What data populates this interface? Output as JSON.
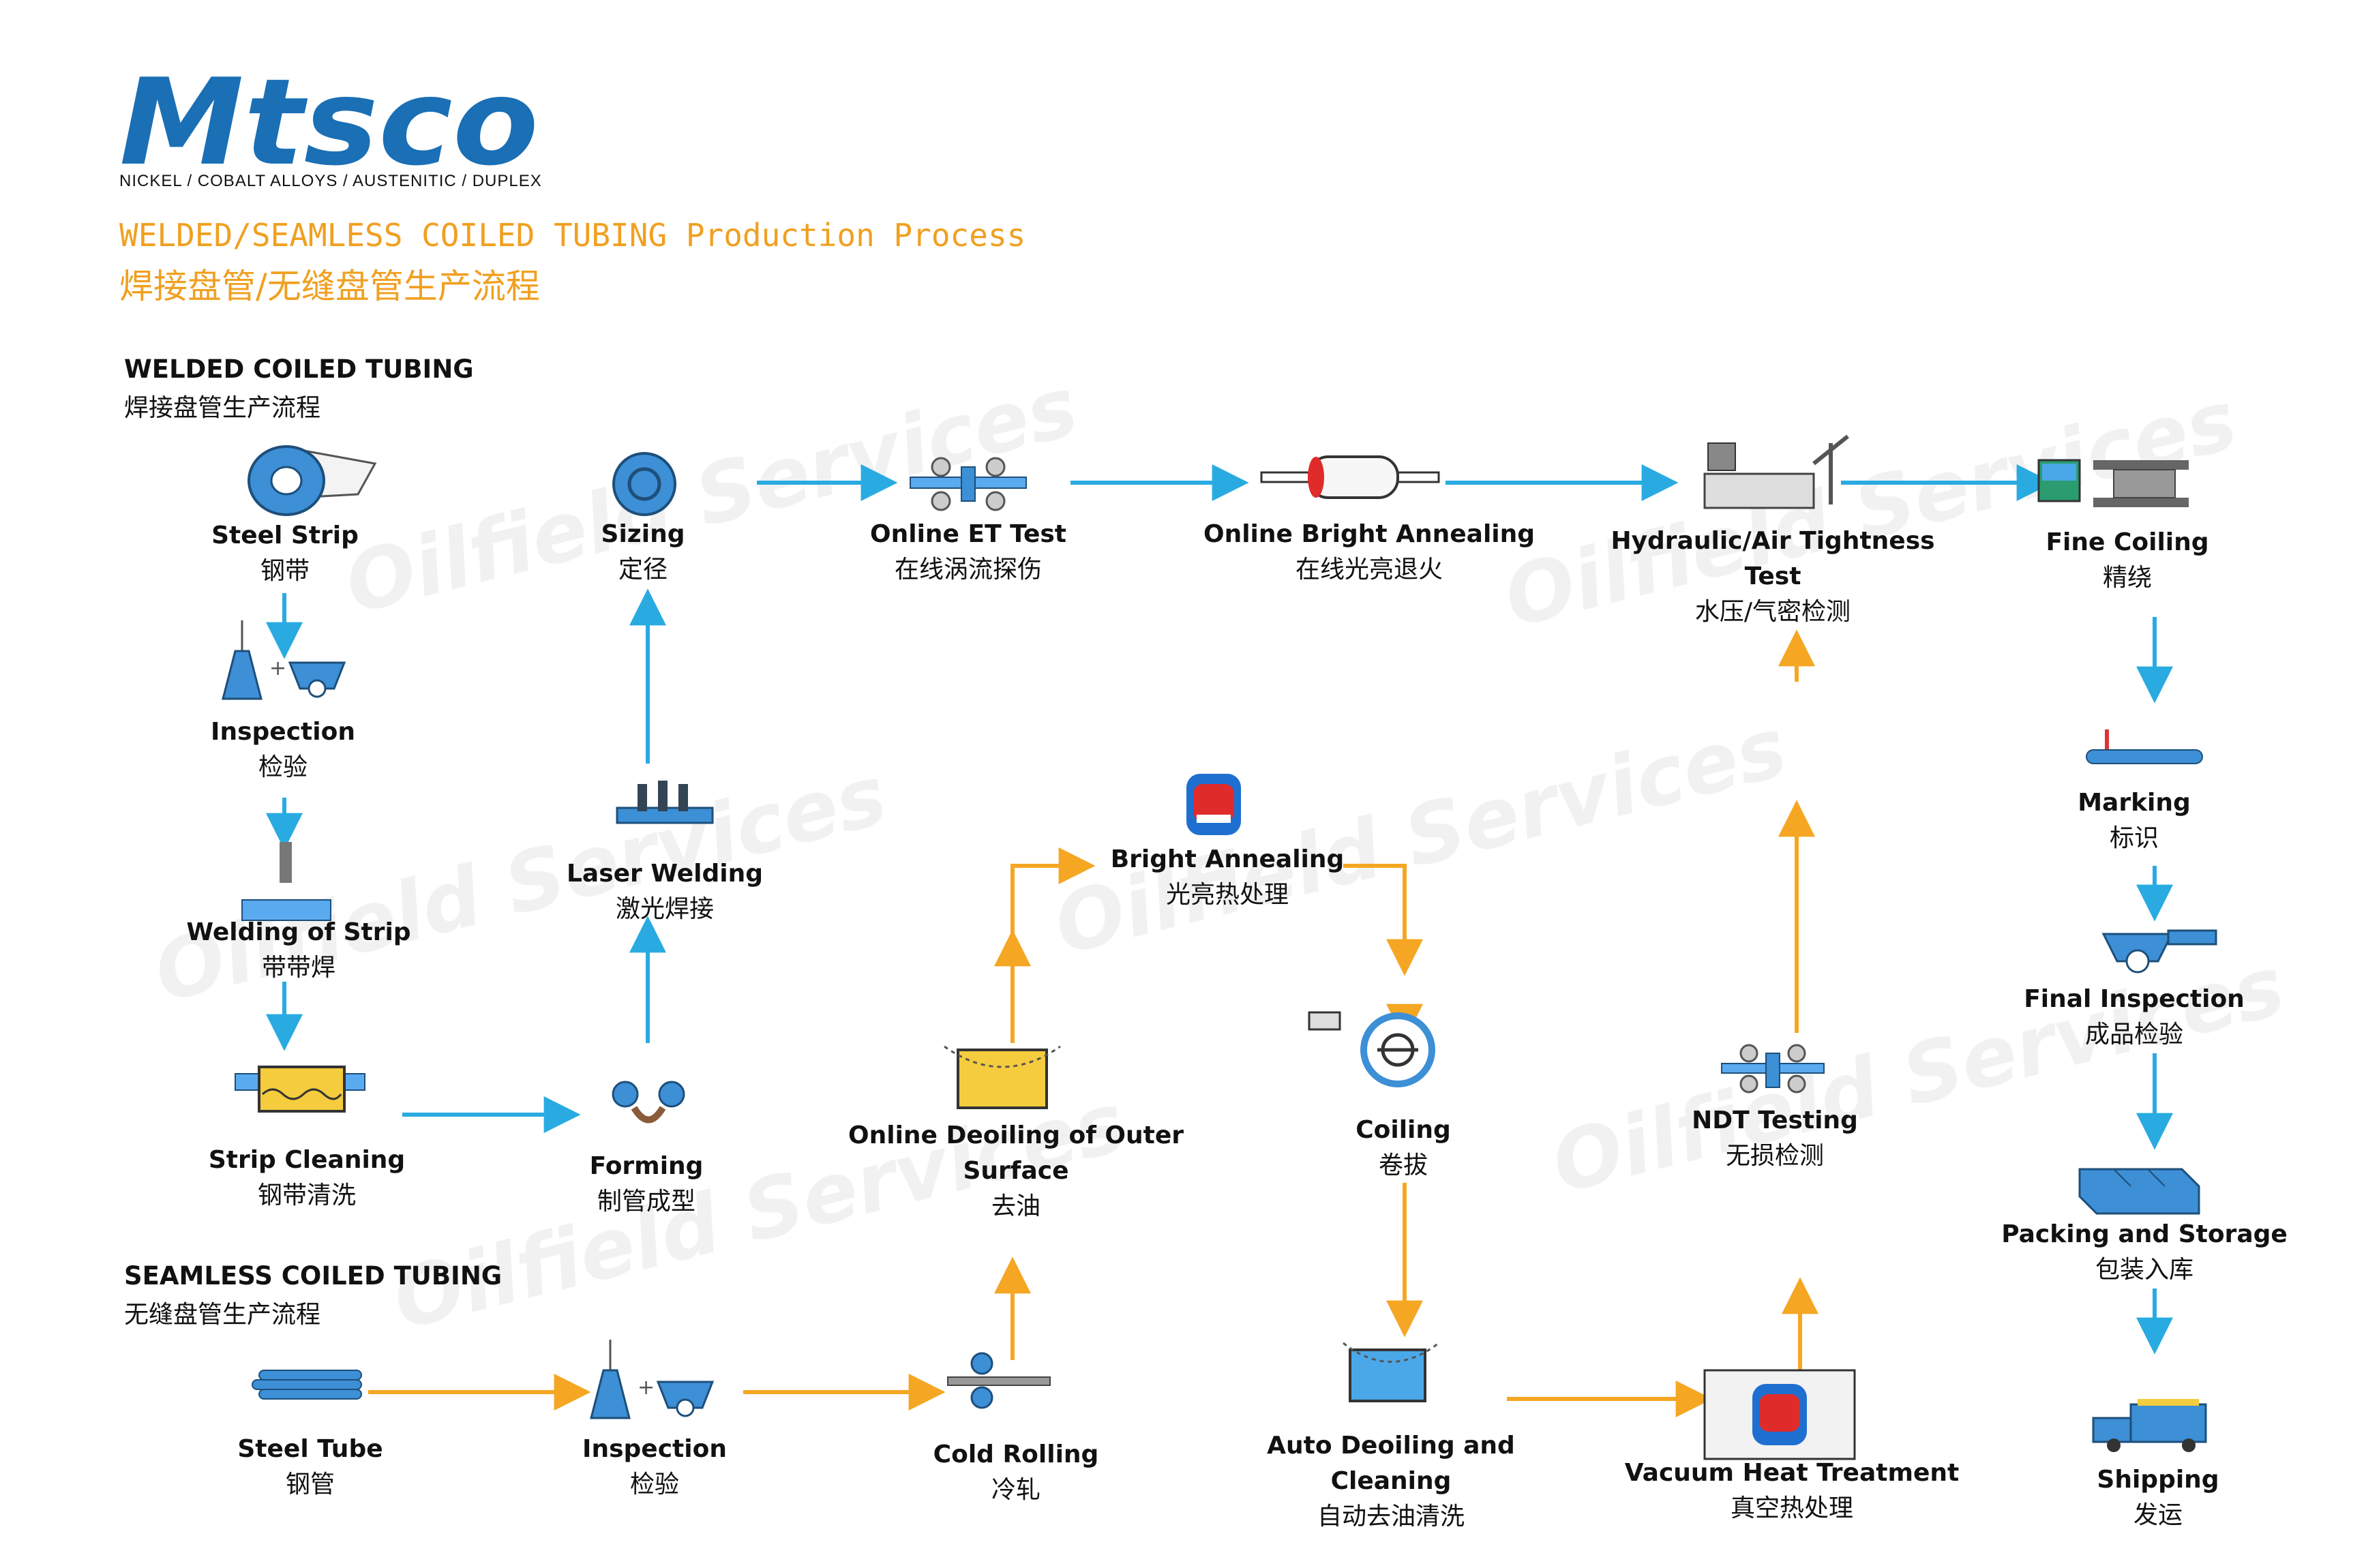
{
  "brand": {
    "logo_text": "Mtsco",
    "tagline": "NICKEL / COBALT ALLOYS / AUSTENITIC / DUPLEX",
    "watermark": "Oilfield Services"
  },
  "title": {
    "en": "WELDED/SEAMLESS COILED TUBING Production Process",
    "zh": "焊接盘管/无缝盘管生产流程"
  },
  "sections": {
    "welded": {
      "en": "WELDED COILED TUBING",
      "zh": "焊接盘管生产流程"
    },
    "seamless": {
      "en": "SEAMLESS COILED TUBING",
      "zh": "无缝盘管生产流程"
    }
  },
  "colors": {
    "welded_flow": "#29abe2",
    "seamless_flow": "#f5a623",
    "brand": "#1a6fb5",
    "title": "#f0a020"
  },
  "steps": {
    "steel_strip": {
      "en": "Steel Strip",
      "zh": "钢带",
      "icon": "steel-strip-icon"
    },
    "inspection_w": {
      "en": "Inspection",
      "zh": "检验",
      "icon": "inspection-icon"
    },
    "welding_strip": {
      "en": "Welding of Strip",
      "zh": "带带焊",
      "icon": "welding-icon"
    },
    "strip_cleaning": {
      "en": "Strip Cleaning",
      "zh": "钢带清洗",
      "icon": "cleaning-tank-icon"
    },
    "forming": {
      "en": "Forming",
      "zh": "制管成型",
      "icon": "forming-rollers-icon"
    },
    "laser_welding": {
      "en": "Laser Welding",
      "zh": "激光焊接",
      "icon": "laser-welder-icon"
    },
    "sizing": {
      "en": "Sizing",
      "zh": "定径",
      "icon": "sizing-ring-icon"
    },
    "online_et": {
      "en": "Online ET Test",
      "zh": "在线涡流探伤",
      "icon": "eddy-current-icon"
    },
    "bright_annealing_online": {
      "en": "Online Bright Annealing",
      "zh": "在线光亮退火",
      "icon": "annealing-roller-icon"
    },
    "hydraulic_test": {
      "en1": "Hydraulic/Air Tightness",
      "en2": "Test",
      "zh": "水压/气密检测",
      "icon": "pressure-test-icon"
    },
    "fine_coiling": {
      "en": "Fine Coiling",
      "zh": "精绕",
      "icon": "coiler-icon"
    },
    "marking": {
      "en": "Marking",
      "zh": "标识",
      "icon": "marking-icon"
    },
    "final_inspection": {
      "en": "Final Inspection",
      "zh": "成品检验",
      "icon": "final-inspection-icon"
    },
    "packing": {
      "en": "Packing and Storage",
      "zh": "包装入库",
      "icon": "packing-icon"
    },
    "shipping": {
      "en": "Shipping",
      "zh": "发运",
      "icon": "truck-icon"
    },
    "steel_tube": {
      "en": "Steel Tube",
      "zh": "钢管",
      "icon": "steel-tube-icon"
    },
    "inspection_s": {
      "en": "Inspection",
      "zh": "检验",
      "icon": "inspection-icon"
    },
    "cold_rolling": {
      "en": "Cold Rolling",
      "zh": "冷轧",
      "icon": "cold-rolling-icon"
    },
    "online_deoiling": {
      "en1": "Online Deoiling of Outer",
      "en2": "Surface",
      "zh": "去油",
      "icon": "deoiling-tank-icon"
    },
    "bright_annealing": {
      "en": "Bright Annealing",
      "zh": "光亮热处理",
      "icon": "furnace-icon"
    },
    "coiling": {
      "en": "Coiling",
      "zh": "卷拔",
      "icon": "coiling-drum-icon"
    },
    "auto_deoiling": {
      "en1": "Auto Deoiling and",
      "en2": "Cleaning",
      "zh": "自动去油清洗",
      "icon": "deoiling-tank-icon"
    },
    "vacuum_heat": {
      "en": "Vacuum Heat Treatment",
      "zh": "真空热处理",
      "icon": "vacuum-furnace-icon"
    },
    "ndt_testing": {
      "en": "NDT Testing",
      "zh": "无损检测",
      "icon": "ndt-icon"
    }
  }
}
